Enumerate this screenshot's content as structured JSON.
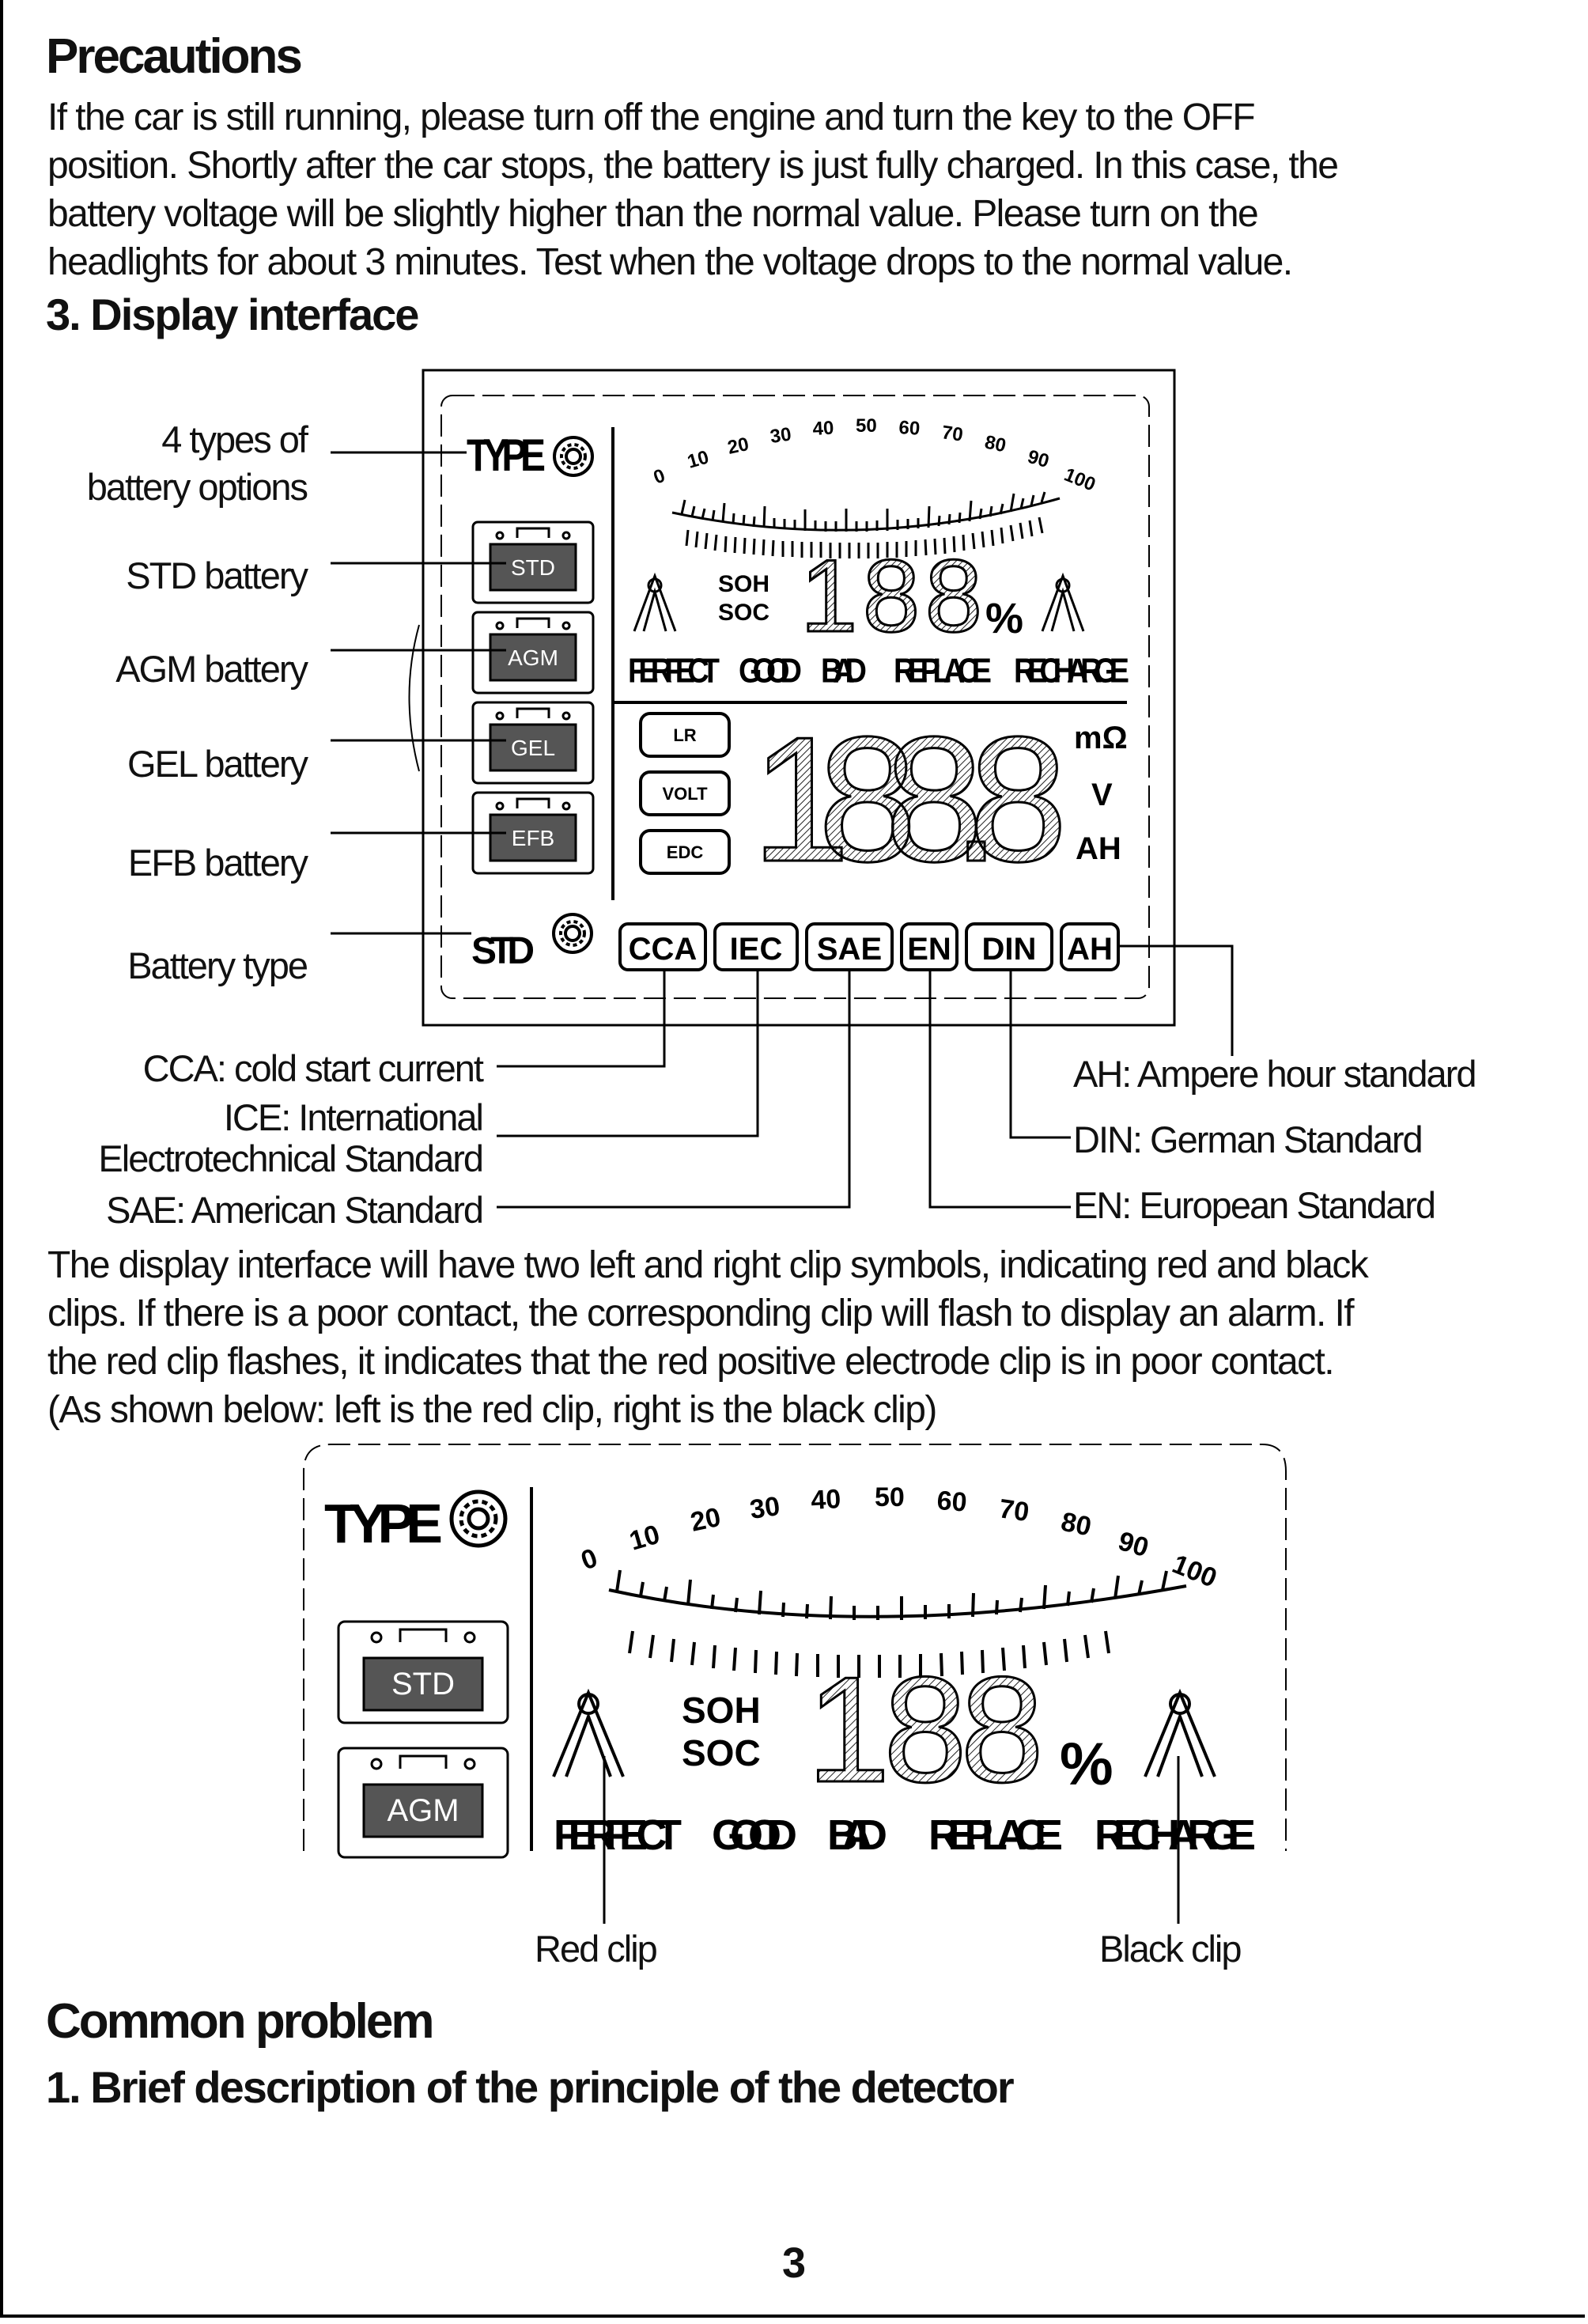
{
  "precautions": {
    "heading": "Precautions",
    "lines": [
      "If the car is still running, please turn off the engine and turn the key to the OFF",
      "position. Shortly after the car stops, the battery is just fully charged. In this case, the",
      "battery voltage will be slightly higher than the normal value. Please turn on the",
      "headlights for about 3 minutes. Test when the voltage drops to the normal value."
    ]
  },
  "display": {
    "heading": "3. Display interface",
    "left_labels": {
      "types_line1": "4 types of",
      "types_line2": "battery options",
      "std": "STD battery",
      "agm": "AGM battery",
      "gel": "GEL battery",
      "efb": "EFB battery",
      "battery_type": "Battery type"
    },
    "bottom_left_labels": {
      "cca": "CCA: cold start current",
      "iec_line1": "ICE: International",
      "iec_line2": "Electrotechnical Standard",
      "sae": "SAE: American Standard"
    },
    "bottom_right_labels": {
      "ah": "AH: Ampere hour standard",
      "din": "DIN: German Standard",
      "en": "EN: European Standard"
    },
    "lcd": {
      "type": "TYPE",
      "std_mode": "STD",
      "scale": [
        "0",
        "10",
        "20",
        "30",
        "40",
        "50",
        "60",
        "70",
        "80",
        "90",
        "100"
      ],
      "soh": "SOH",
      "soc": "SOC",
      "percent_digits": "188",
      "percent": "%",
      "status": [
        "FERFECT",
        "GOOD",
        "BAD",
        "REPLACE",
        "RECHARGE"
      ],
      "batteries": [
        "STD",
        "AGM",
        "GEL",
        "EFB"
      ],
      "modes": [
        "LR",
        "VOLT",
        "EDC"
      ],
      "main_digits": "188.8",
      "units": [
        "mΩ",
        "V",
        "AH"
      ],
      "standards": [
        "CCA",
        "IEC",
        "SAE",
        "EN",
        "DIN",
        "AH"
      ]
    }
  },
  "clips": {
    "lines": [
      "The display interface will have two left and right clip symbols, indicating red and black",
      "clips. If there is a poor contact, the corresponding clip will flash to display an alarm. If",
      "the red clip flashes, it indicates that the red positive electrode clip is in poor contact.",
      "(As shown below: left is the red clip, right is the black clip)"
    ],
    "red_clip": "Red clip",
    "black_clip": "Black clip"
  },
  "common": {
    "heading": "Common problem",
    "subheading": "1. Brief description of the principle of the detector"
  },
  "page_number": "3"
}
